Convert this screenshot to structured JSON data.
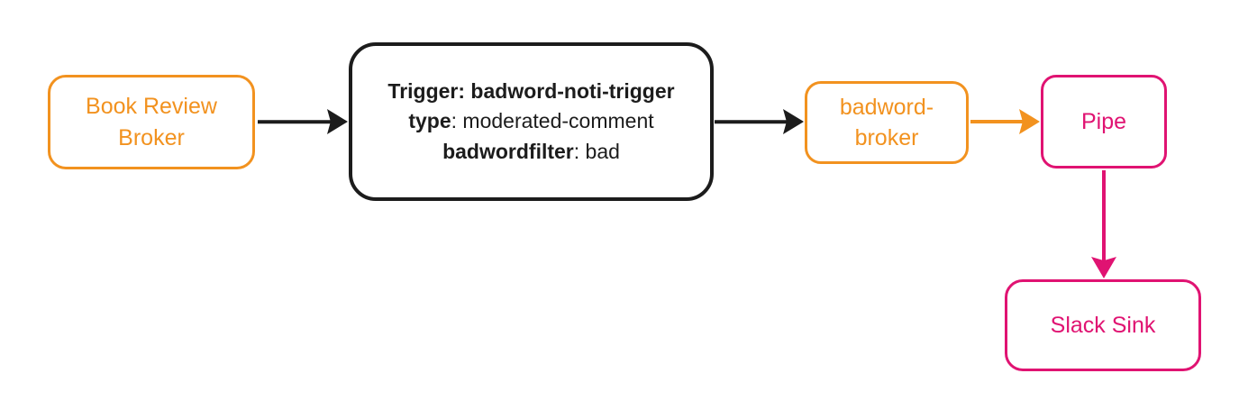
{
  "diagram": {
    "nodes": {
      "book_review_broker": {
        "lines": [
          "Book Review",
          "Broker"
        ]
      },
      "trigger": {
        "line1": "Trigger: badword-noti-trigger",
        "line2_key": "type",
        "line2_value": ": moderated-comment",
        "line3_key": "badwordfilter",
        "line3_value": ": bad"
      },
      "badword_broker": {
        "lines": [
          "badword-",
          "broker"
        ]
      },
      "pipe": {
        "label": "Pipe"
      },
      "slack_sink": {
        "label": "Slack Sink"
      }
    },
    "edges": [
      {
        "from": "book_review_broker",
        "to": "trigger",
        "color_name": "black"
      },
      {
        "from": "trigger",
        "to": "badword_broker",
        "color_name": "black"
      },
      {
        "from": "badword_broker",
        "to": "pipe",
        "color_name": "orange"
      },
      {
        "from": "pipe",
        "to": "slack_sink",
        "color_name": "pink"
      }
    ],
    "colors": {
      "orange": "#F2921F",
      "pink": "#E01372",
      "black": "#1C1C1C",
      "background": "#FFFFFF"
    }
  }
}
